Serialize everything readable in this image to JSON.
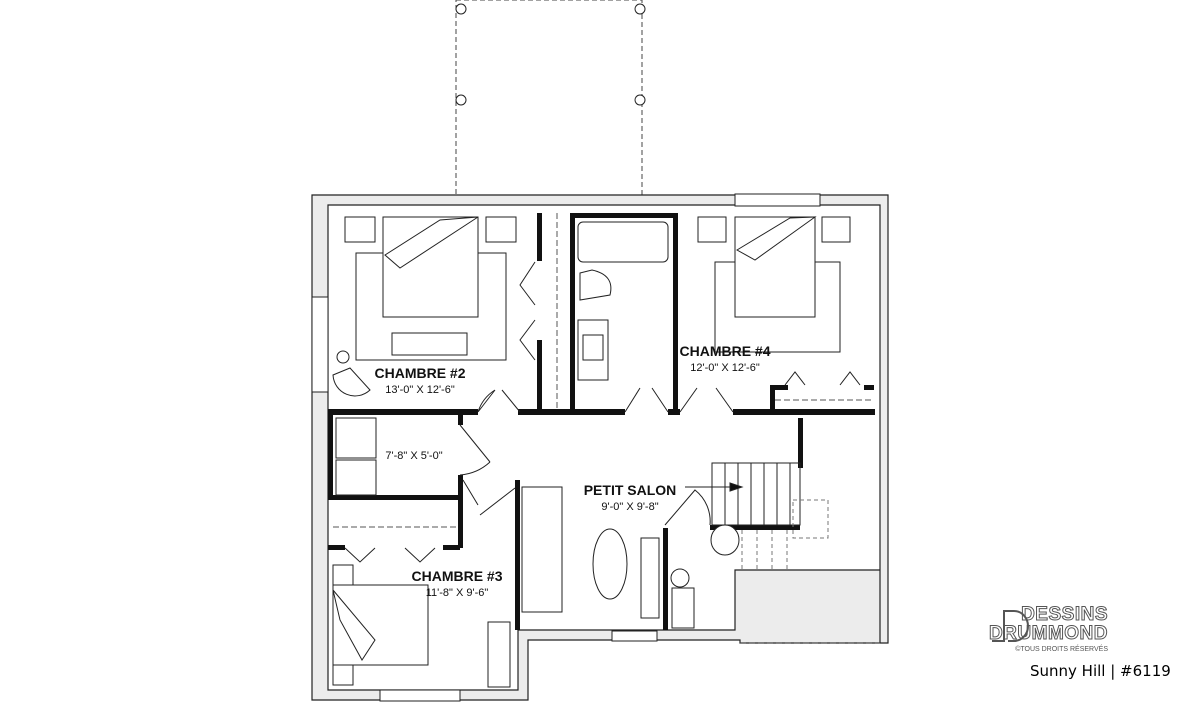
{
  "plan": {
    "rooms": [
      {
        "name": "CHAMBRE #2",
        "size": "13'-0\" X 12'-6\""
      },
      {
        "name": "CHAMBRE #4",
        "size": "12'-0\" X 12'-6\""
      },
      {
        "name": "",
        "size": "7'-8\" X 5'-0\""
      },
      {
        "name": "PETIT SALON",
        "size": "9'-0\" X 9'-8\""
      },
      {
        "name": "CHAMBRE #3",
        "size": "11'-8\" X 9'-6\""
      }
    ]
  },
  "branding": {
    "logo_line1": "DESSINS",
    "logo_line2": "DRUMMOND",
    "copyright": "©TOUS DROITS RÉSERVÉS",
    "caption": "Sunny Hill | #6119"
  }
}
